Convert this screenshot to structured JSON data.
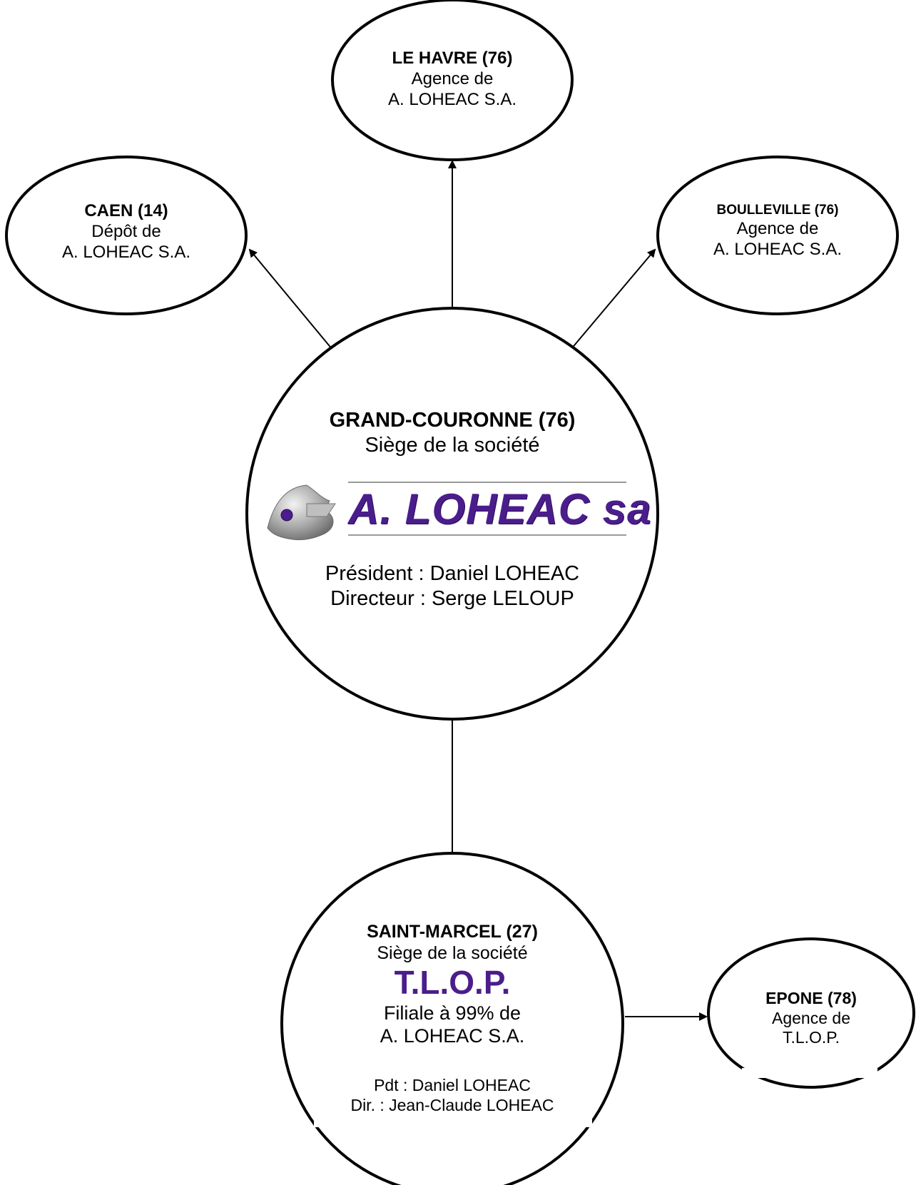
{
  "nodes": {
    "le_havre": {
      "title": "LE HAVRE (76)",
      "line1": "Agence de",
      "line2": "A. LOHEAC S.A."
    },
    "caen": {
      "title": "CAEN (14)",
      "line1": "Dépôt de",
      "line2": "A. LOHEAC S.A."
    },
    "boulleville": {
      "title": "BOULLEVILLE (76)",
      "line1": "Agence de",
      "line2": "A. LOHEAC S.A."
    },
    "grand_couronne": {
      "title": "GRAND-COURONNE (76)",
      "subtitle": "Siège de la société",
      "logo_text": "A. LOHEAC sa",
      "president": "Président : Daniel LOHEAC",
      "directeur": "Directeur : Serge LELOUP"
    },
    "saint_marcel": {
      "title": "SAINT-MARCEL (27)",
      "subtitle": "Siège de la société",
      "company": "T.L.O.P.",
      "line1": "Filiale à 99% de",
      "line2": "A. LOHEAC S.A.",
      "pdt": "Pdt : Daniel LOHEAC",
      "dir": "Dir. : Jean-Claude LOHEAC"
    },
    "epone": {
      "title": "EPONE (78)",
      "line1": "Agence de",
      "line2": "T.L.O.P."
    }
  },
  "colors": {
    "brand_purple": "#4b1d8c",
    "stroke": "#000000"
  }
}
